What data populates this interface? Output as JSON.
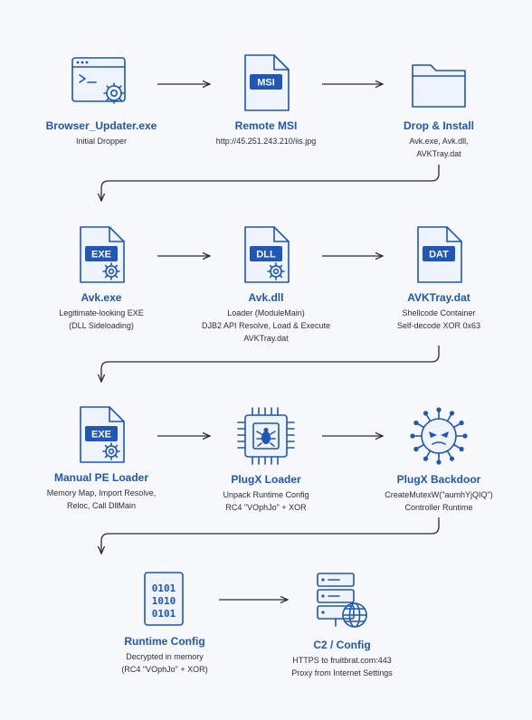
{
  "nodes": [
    {
      "id": "browser_updater",
      "title": "Browser_Updater.exe",
      "desc": [
        "Initial Dropper"
      ],
      "icon": "window-gear-icon"
    },
    {
      "id": "remote_msi",
      "title": "Remote MSI",
      "desc": [
        "http://45.251.243.210/iis.jpg"
      ],
      "icon": "msi-file-icon",
      "badge": "MSI"
    },
    {
      "id": "drop_install",
      "title": "Drop & Install",
      "desc": [
        "Avk.exe, Avk.dll,",
        "AVKTray.dat"
      ],
      "icon": "folder-icon"
    },
    {
      "id": "avk_exe",
      "title": "Avk.exe",
      "desc": [
        "Legitimate-looking EXE",
        "(DLL Sideloading)"
      ],
      "icon": "exe-file-icon",
      "badge": "EXE"
    },
    {
      "id": "avk_dll",
      "title": "Avk.dll",
      "desc": [
        "Loader (ModuleMain)",
        "DJB2 API Resolve, Load & Execute",
        "AVKTray.dat"
      ],
      "icon": "dll-file-icon",
      "badge": "DLL"
    },
    {
      "id": "avktray_dat",
      "title": "AVKTray.dat",
      "desc": [
        "Shellcode Container",
        "Self-decode XOR 0x63"
      ],
      "icon": "dat-file-icon",
      "badge": "DAT"
    },
    {
      "id": "manual_pe_loader",
      "title": "Manual PE Loader",
      "desc": [
        "Memory Map, Import Resolve,",
        "Reloc, Call DllMain"
      ],
      "icon": "exe-file-icon",
      "badge": "EXE"
    },
    {
      "id": "plugx_loader",
      "title": "PlugX Loader",
      "desc": [
        "Unpack Runtime Config",
        "RC4 \"VOphJo\" + XOR"
      ],
      "icon": "chip-bug-icon"
    },
    {
      "id": "plugx_backdoor",
      "title": "PlugX Backdoor",
      "desc": [
        "CreateMutexW(\"aumhYjQIQ\")",
        "Controller Runtime"
      ],
      "icon": "virus-icon"
    },
    {
      "id": "runtime_config",
      "title": "Runtime Config",
      "desc": [
        "Decrypted in memory",
        "(RC4 \"VOphJo\" + XOR)"
      ],
      "icon": "binary-file-icon",
      "binary": [
        "0101",
        "1010",
        "0101"
      ]
    },
    {
      "id": "c2_config",
      "title": "C2 / Config",
      "desc": [
        "HTTPS to fruitbrat.com:443",
        "Proxy from Internet Settings"
      ],
      "icon": "server-globe-icon"
    }
  ],
  "edges": [
    [
      "browser_updater",
      "remote_msi"
    ],
    [
      "remote_msi",
      "drop_install"
    ],
    [
      "drop_install",
      "avk_exe"
    ],
    [
      "avk_exe",
      "avk_dll"
    ],
    [
      "avk_dll",
      "avktray_dat"
    ],
    [
      "avktray_dat",
      "manual_pe_loader"
    ],
    [
      "manual_pe_loader",
      "plugx_loader"
    ],
    [
      "plugx_loader",
      "plugx_backdoor"
    ],
    [
      "plugx_backdoor",
      "runtime_config"
    ],
    [
      "runtime_config",
      "c2_config"
    ]
  ],
  "colors": {
    "accent": "#1f56b7",
    "text": "#2a2f36",
    "arrow": "#2b2b2b",
    "background": "#f7f8fa"
  }
}
